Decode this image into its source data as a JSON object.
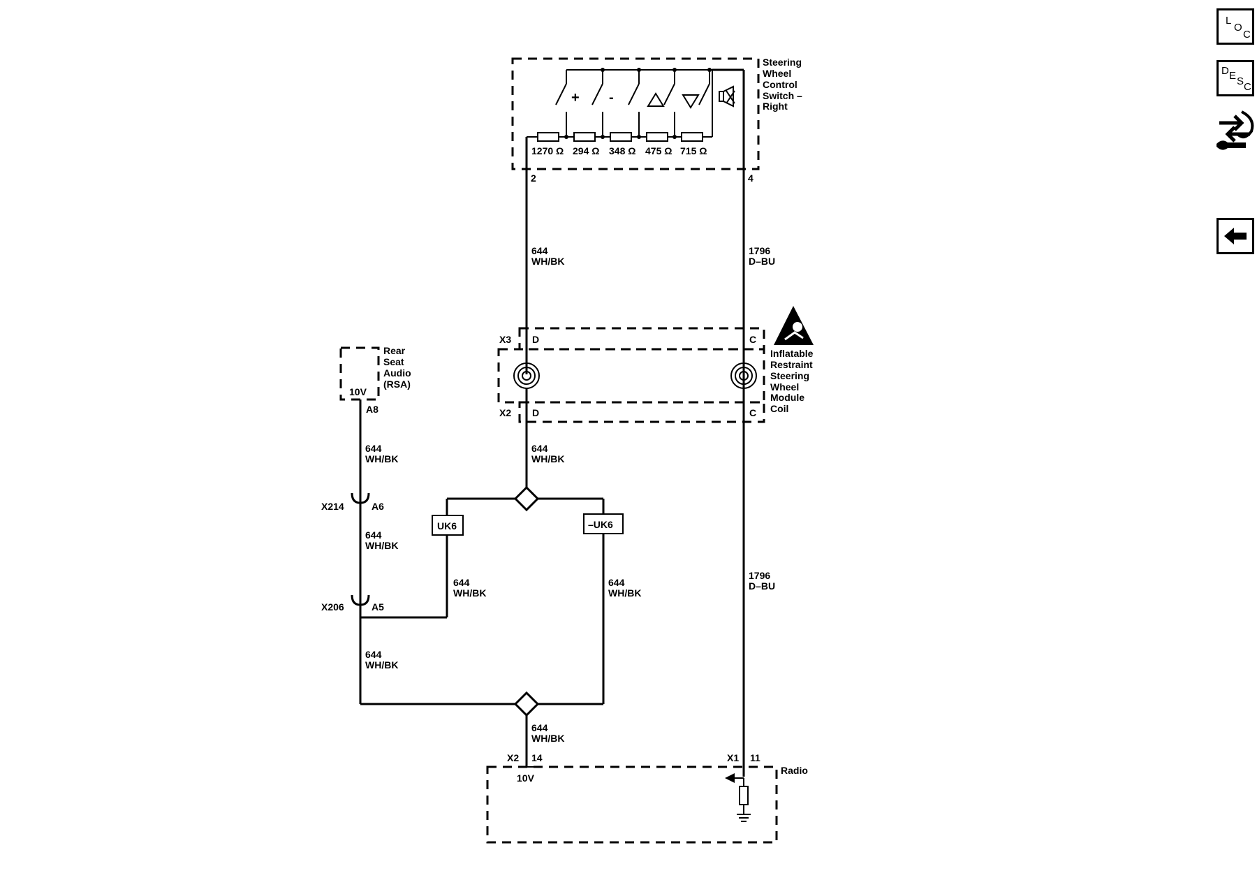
{
  "nav": {
    "loc": {
      "l1": "L",
      "l2": "O",
      "l3": "C"
    },
    "desc": {
      "l1": "D",
      "l2": "E",
      "l3": "S",
      "l4": "C"
    },
    "icons": [
      "location-icon",
      "description-icon",
      "connector-tool-icon",
      "back-arrow-icon"
    ]
  },
  "diagram": {
    "switch_module": {
      "name_lines": [
        "Steering",
        "Wheel",
        "Control",
        "Switch –",
        "Right"
      ],
      "resistors": [
        "1270 Ω",
        "294 Ω",
        "348 Ω",
        "475 Ω",
        "715 Ω"
      ],
      "switch_symbols": [
        "+",
        "-"
      ],
      "pin_left": "2",
      "pin_right": "4"
    },
    "coil": {
      "name_lines": [
        "Inflatable",
        "Restraint",
        "Steering",
        "Wheel",
        "Module",
        "Coil"
      ],
      "x3": "X3",
      "x2": "X2",
      "pin_d": "D",
      "pin_c": "C"
    },
    "rsa": {
      "name_lines": [
        "Rear",
        "Seat",
        "Audio",
        "(RSA)"
      ],
      "voltage": "10V",
      "pin": "A8"
    },
    "radio": {
      "name": "Radio",
      "voltage": "10V",
      "x2": "X2",
      "pin_x2": "14",
      "x1": "X1",
      "pin_x1": "11"
    },
    "connectors": {
      "x214": "X214",
      "x214_pin": "A6",
      "x206": "X206",
      "x206_pin": "A5"
    },
    "options": {
      "uk6": "UK6",
      "not_uk6": "–UK6"
    },
    "wires": {
      "circuit_644": "644",
      "color_644": "WH/BK",
      "circuit_1796": "1796",
      "color_1796": "D–BU"
    }
  }
}
